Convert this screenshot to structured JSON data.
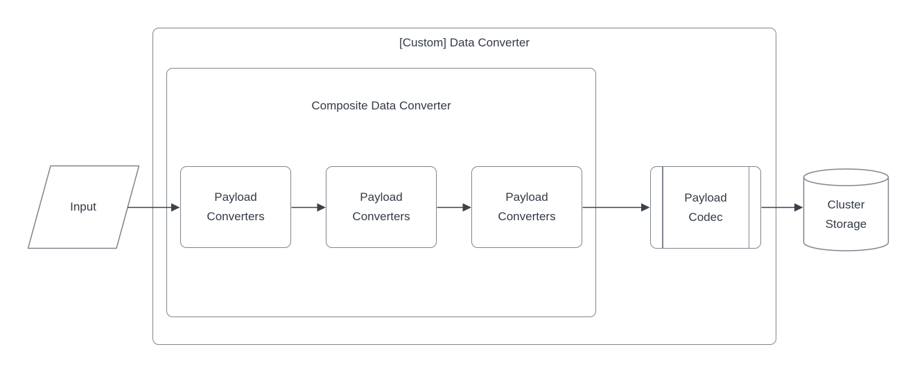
{
  "diagram": {
    "outer_container": {
      "label": "[Custom] Data Converter"
    },
    "composite_container": {
      "label": "Composite Data Converter"
    },
    "nodes": {
      "input": {
        "label": "Input",
        "shape": "parallelogram"
      },
      "payload_converters": [
        {
          "label": "Payload Converters"
        },
        {
          "label": "Payload Converters"
        },
        {
          "label": "Payload Converters"
        }
      ],
      "payload_codec": {
        "label": "Payload Codec",
        "shape": "predefined-process"
      },
      "cluster_storage": {
        "label": "Cluster Storage",
        "shape": "cylinder"
      }
    },
    "edges": [
      {
        "from": "input",
        "to": "payload_converters_1"
      },
      {
        "from": "payload_converters_1",
        "to": "payload_converters_2"
      },
      {
        "from": "payload_converters_2",
        "to": "payload_converters_3"
      },
      {
        "from": "payload_converters_3",
        "to": "payload_codec"
      },
      {
        "from": "payload_codec",
        "to": "cluster_storage"
      }
    ],
    "colors": {
      "background": "#ffffff",
      "shape_stroke": "#7e858f",
      "text": "#333a45",
      "arrow": "#3a424e"
    }
  }
}
